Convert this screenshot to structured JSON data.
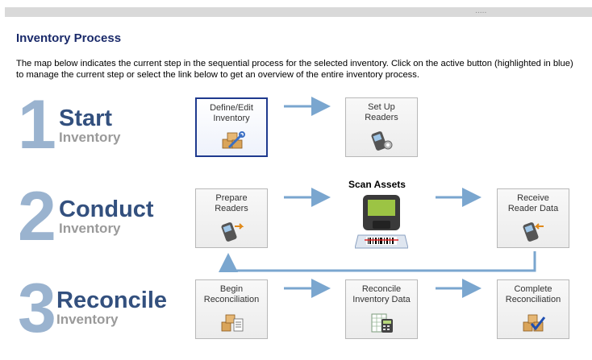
{
  "header": {
    "grip": "....."
  },
  "page": {
    "title": "Inventory Process",
    "description": "The map below indicates the current step in the sequential process for the selected inventory.  Click on the active button (highlighted in blue) to manage the current step or select the link below to get an overview of the entire inventory process."
  },
  "steps": [
    {
      "number": "1",
      "title": "Start",
      "subtitle": "Inventory"
    },
    {
      "number": "2",
      "title": "Conduct",
      "subtitle": "Inventory"
    },
    {
      "number": "3",
      "title": "Reconcile",
      "subtitle": "Inventory"
    }
  ],
  "buttons": {
    "define_edit": "Define/Edit\nInventory",
    "set_up_readers": "Set Up\nReaders",
    "prepare_readers": "Prepare\nReaders",
    "receive_reader_data": "Receive\nReader Data",
    "begin_reconciliation": "Begin\nReconciliation",
    "reconcile_inventory_data": "Reconcile\nInventory Data",
    "complete_reconciliation": "Complete\nReconciliation"
  },
  "scan": {
    "label": "Scan Assets"
  },
  "colors": {
    "accent": "#1f3a8e",
    "step_number": "#9ab3cf",
    "step_title": "#33507e",
    "arrow": "#7aa6cf"
  }
}
